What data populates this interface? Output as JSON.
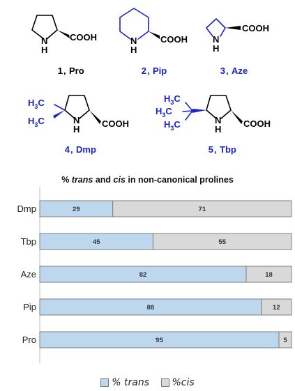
{
  "compounds": [
    {
      "num": "1",
      "name": "Pro",
      "color": "#000000"
    },
    {
      "num": "2",
      "name": "Pip",
      "color": "#1a23c9"
    },
    {
      "num": "3",
      "name": "Aze",
      "color": "#1a23c9"
    },
    {
      "num": "4",
      "name": "Dmp",
      "color": "#1a23c9"
    },
    {
      "num": "5",
      "name": "Tbp",
      "color": "#1a23c9"
    }
  ],
  "structure_text": {
    "acid": "COOH",
    "nh_n": "N",
    "nh_h": "H",
    "c": "C",
    "h": "H",
    "sub3": "3"
  },
  "colors": {
    "trans": "#bdd7ee",
    "cis": "#d9d9d9",
    "blue": "#1a23c9"
  },
  "chart_data": {
    "type": "bar",
    "orientation": "horizontal",
    "stacked": true,
    "title_parts": [
      "% ",
      "trans",
      " and ",
      "cis",
      " in non-canonical prolines"
    ],
    "categories": [
      "Dmp",
      "Tbp",
      "Aze",
      "Pip",
      "Pro"
    ],
    "series": [
      {
        "name": "% trans",
        "values": [
          29,
          45,
          82,
          88,
          95
        ],
        "color": "#bdd7ee"
      },
      {
        "name": "%cis",
        "values": [
          71,
          55,
          18,
          12,
          5
        ],
        "color": "#d9d9d9"
      }
    ],
    "xlim": [
      0,
      100
    ],
    "legend": "bottom-center"
  }
}
